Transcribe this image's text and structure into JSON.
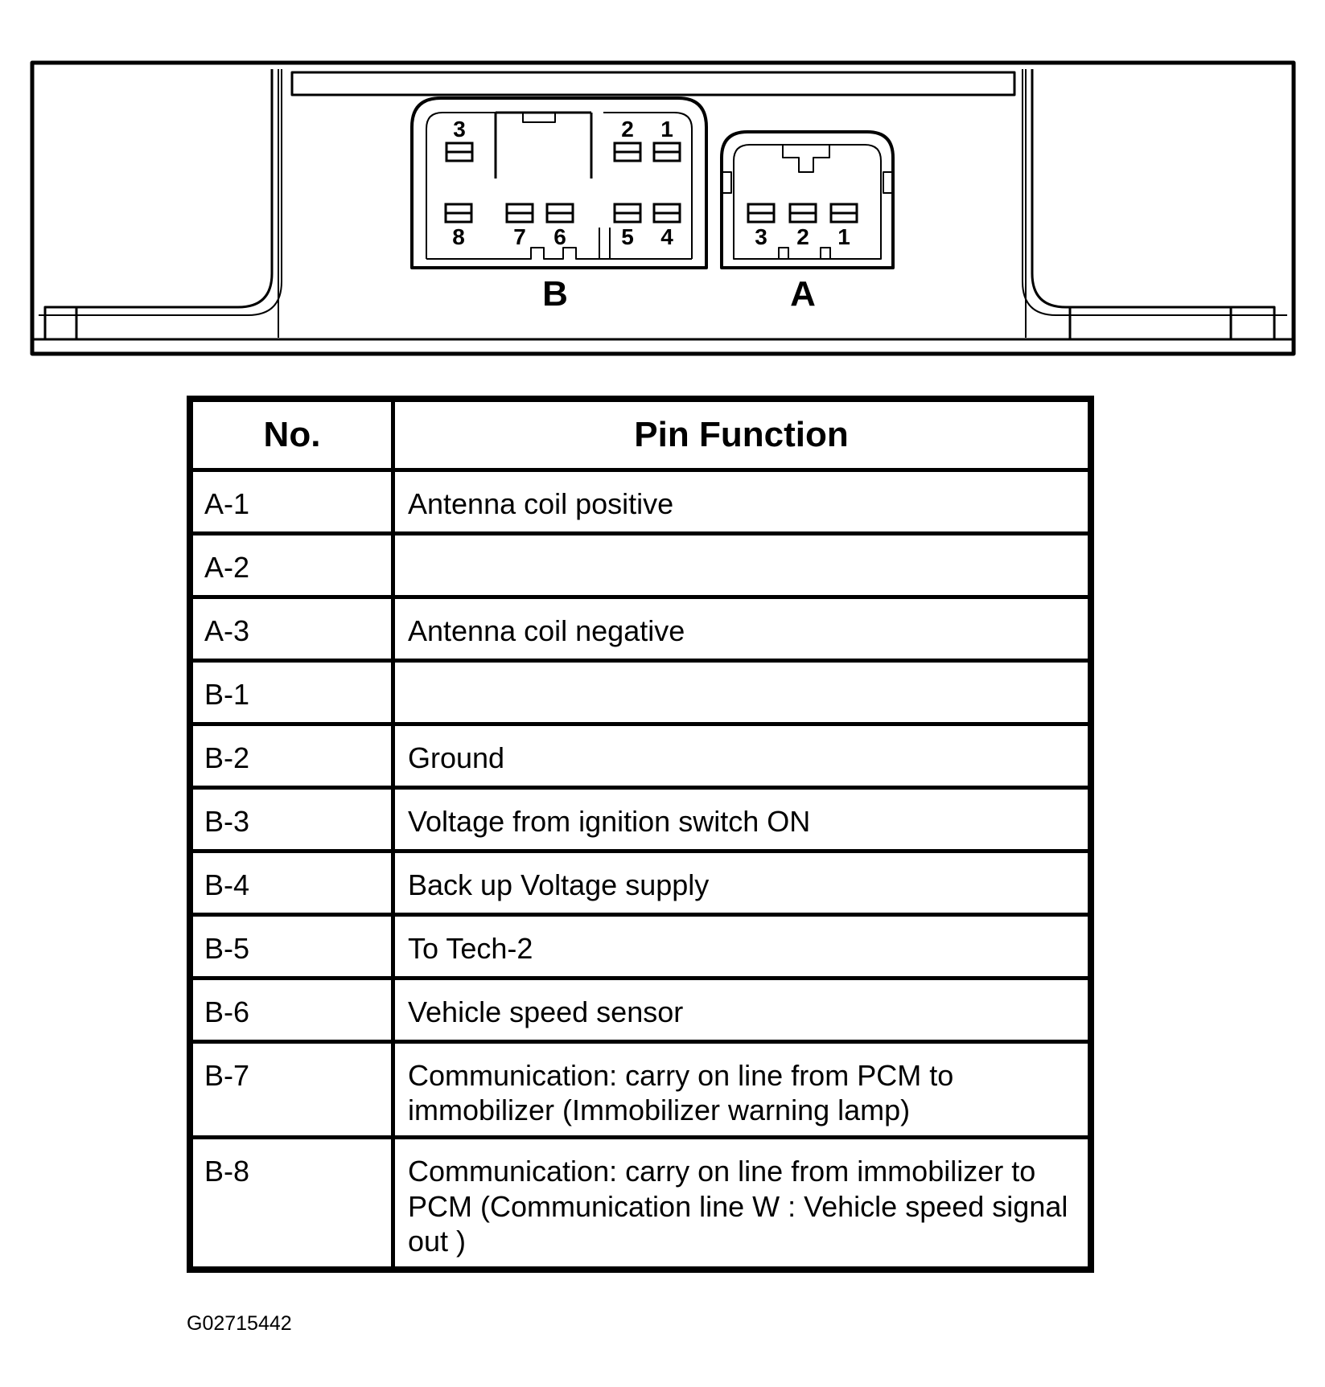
{
  "connector": {
    "label_b": "B",
    "label_a": "A",
    "b_top_pins": [
      "3",
      "2",
      "1"
    ],
    "b_bottom_pins": [
      "8",
      "7",
      "6",
      "5",
      "4"
    ],
    "a_pins": [
      "3",
      "2",
      "1"
    ]
  },
  "table": {
    "headers": {
      "no": "No.",
      "function": "Pin Function"
    },
    "rows": [
      {
        "no": "A-1",
        "function": "Antenna coil positive"
      },
      {
        "no": "A-2",
        "function": ""
      },
      {
        "no": "A-3",
        "function": "Antenna coil negative"
      },
      {
        "no": "B-1",
        "function": ""
      },
      {
        "no": "B-2",
        "function": "Ground"
      },
      {
        "no": "B-3",
        "function": "Voltage from ignition switch ON"
      },
      {
        "no": "B-4",
        "function": "Back up Voltage supply"
      },
      {
        "no": "B-5",
        "function": "To Tech-2"
      },
      {
        "no": "B-6",
        "function": "Vehicle speed sensor"
      },
      {
        "no": "B-7",
        "function": "Communication: carry on line from PCM to immobilizer (Immobilizer warning lamp)"
      },
      {
        "no": "B-8",
        "function": "Communication: carry on line from immobilizer to PCM (Communication line W : Vehicle speed signal out )"
      }
    ]
  },
  "figure_code": "G02715442"
}
